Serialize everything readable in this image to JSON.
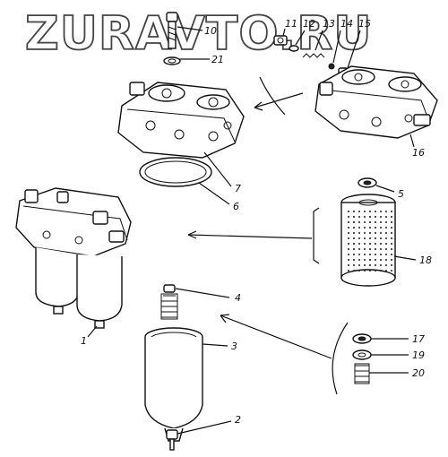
{
  "watermark": "ZURAVTO.RU",
  "labels": {
    "l1": "1",
    "l2": "2",
    "l3": "3",
    "l4": "4",
    "l5": "5",
    "l6": "6",
    "l7": "7",
    "l10": "10",
    "l11": "11",
    "l12": "12",
    "l13": "13",
    "l14": "14",
    "l15": "15",
    "l16": "16",
    "l17": "17",
    "l18": "18",
    "l19": "19",
    "l20": "20",
    "l21": "21"
  },
  "colors": {
    "line": "#111111",
    "watermark_stroke": "#444444",
    "background": "#ffffff"
  }
}
